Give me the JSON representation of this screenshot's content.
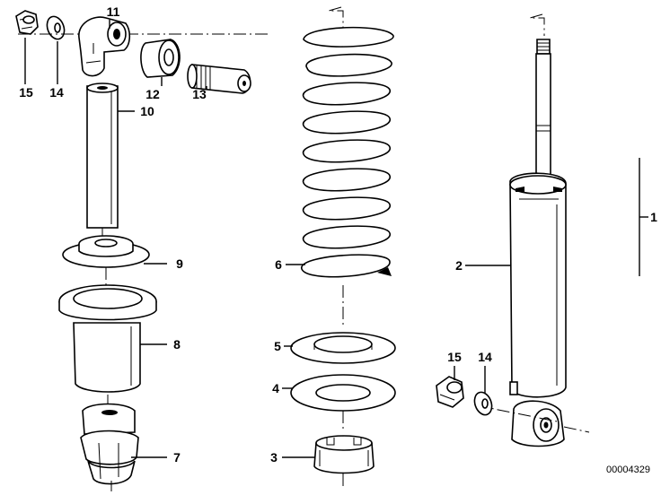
{
  "labels": {
    "p1": "1",
    "p2": "2",
    "p3": "3",
    "p4": "4",
    "p5": "5",
    "p6": "6",
    "p7": "7",
    "p8": "8",
    "p9": "9",
    "p10": "10",
    "p11": "11",
    "p12": "12",
    "p13": "13",
    "p14": "14",
    "p15": "15",
    "p14b": "14",
    "p15b": "15"
  },
  "diagram_id": "00004329"
}
